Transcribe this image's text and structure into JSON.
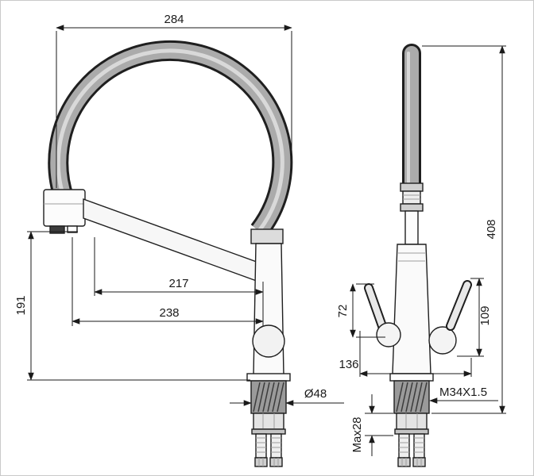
{
  "page": {
    "background": "#ffffff",
    "line_color": "#1a1a1a",
    "hose_color": "#ababab"
  },
  "dimensions": {
    "overall_width": "284",
    "outlet_height": "191",
    "spout_reach_inner": "217",
    "spout_reach_outer": "238",
    "base_diameter": "Ø48",
    "overall_height": "408",
    "left_handle_height": "72",
    "right_handle_height": "109",
    "handle_span": "136",
    "thread_spec": "M34X1.5",
    "max_counter_thickness": "Max28"
  }
}
